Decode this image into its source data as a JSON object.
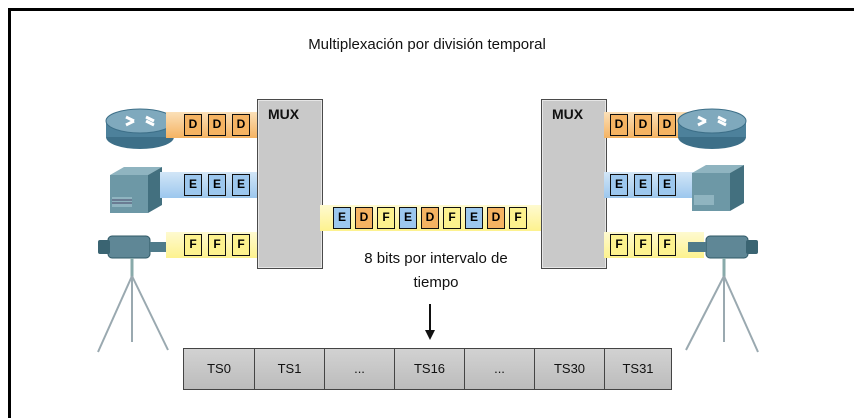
{
  "title": "Multiplexación por división temporal",
  "mux_left_label": "MUX",
  "mux_right_label": "MUX",
  "streams": {
    "router": [
      "D",
      "D",
      "D"
    ],
    "server": [
      "E",
      "E",
      "E"
    ],
    "camera": [
      "F",
      "F",
      "F"
    ]
  },
  "multiplexed_stream": [
    "E",
    "D",
    "F",
    "E",
    "D",
    "F",
    "E",
    "D",
    "F"
  ],
  "caption_line1": "8 bits por intervalo de",
  "caption_line2": "tiempo",
  "time_slots": [
    "TS0",
    "TS1",
    "...",
    "TS16",
    "...",
    "TS30",
    "TS31"
  ],
  "colors": {
    "D": "#f5b362",
    "E": "#9cc7ee",
    "F": "#fdf28e",
    "mux": "#c9c9c9"
  },
  "icons": [
    "router-icon",
    "server-icon",
    "video-camera-icon"
  ]
}
